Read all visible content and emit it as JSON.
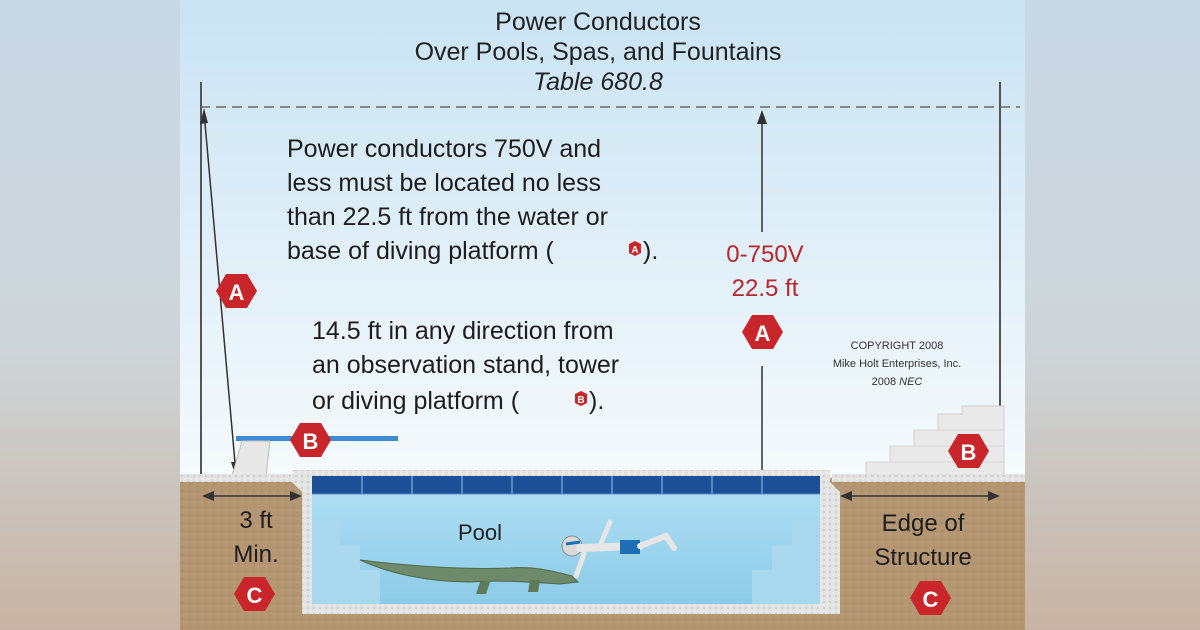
{
  "title": {
    "line1": "Power Conductors",
    "line2": "Over Pools, Spas, and Fountains",
    "line3": "Table 680.8"
  },
  "rule_a": {
    "lines": [
      "Power conductors 750V and",
      "less must be located no less",
      "than 22.5 ft from the water or"
    ],
    "last_line_before": "base of diving platform (",
    "last_line_after": ")."
  },
  "rule_b": {
    "lines": [
      "14.5 ft in any direction from",
      "an observation stand, tower"
    ],
    "last_line_before": "or diving platform (",
    "last_line_after": ")."
  },
  "measurement": {
    "voltage": "0-750V",
    "distance": "22.5 ft"
  },
  "markers": {
    "a": "A",
    "b": "B",
    "c": "C"
  },
  "copyright": {
    "line1": "COPYRIGHT 2008",
    "line2": "Mike Holt Enterprises, Inc.",
    "line3_prefix": "2008 ",
    "line3_code": "NEC"
  },
  "labels": {
    "left_clearance_1": "3 ft",
    "left_clearance_2": "Min.",
    "pool": "Pool",
    "edge_1": "Edge of",
    "edge_2": "Structure"
  },
  "colors": {
    "marker_red": "#c8262b",
    "measure_red": "#b8262b",
    "water": "#9fd4ee",
    "tile": "#1d4f96",
    "soil": "#b49772",
    "sky_top": "#c9e3f3"
  }
}
